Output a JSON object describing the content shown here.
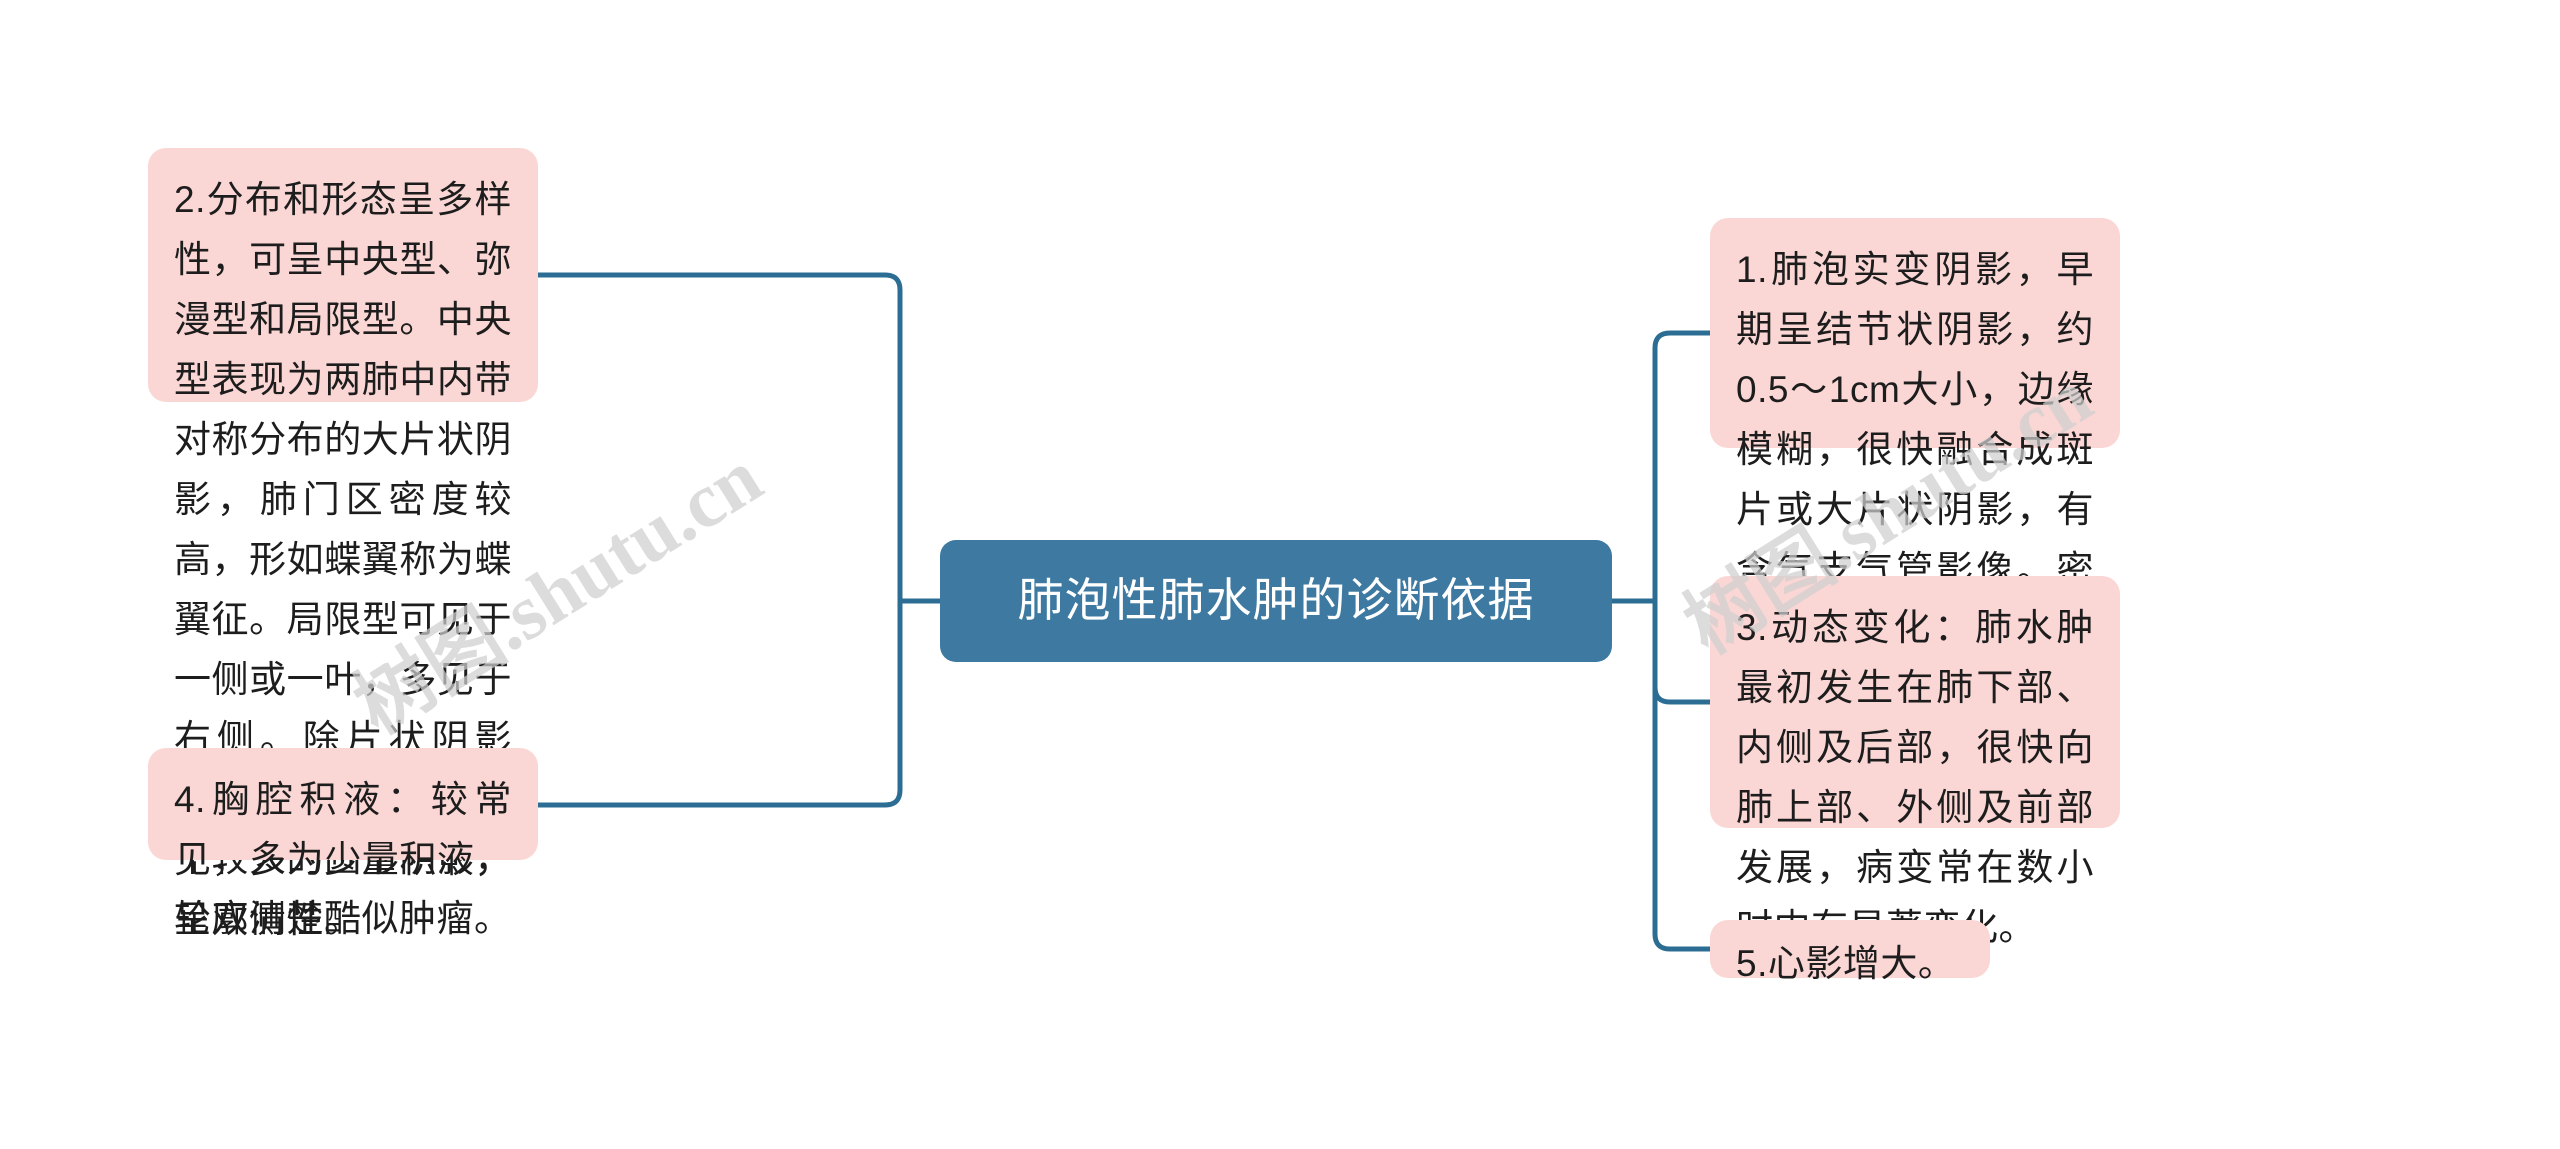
{
  "diagram": {
    "type": "mindmap",
    "title": "肺泡性肺水肿的诊断依据",
    "root": {
      "label": "肺泡性肺水肿的诊断依据",
      "fill": "#3d79a0",
      "text_color": "#ffffff"
    },
    "branch_style": {
      "fill": "#fad7d5",
      "text_color": "#1d1d1d",
      "connector_color": "#2c6d94"
    },
    "branches_left": [
      {
        "id": "2",
        "label": "2.分布和形态呈多样性，可呈中央型、弥漫型和局限型。中央型表现为两肺中内带对称分布的大片状阴影，肺门区密度较高，形如蝶翼称为蝶翼征。局限型可见于一侧或一叶，多见于右侧。除片状阴影外，还可呈一个或数个较大的圆形阴影，轮廓清楚酷似肿瘤。"
      },
      {
        "id": "4",
        "label": "4.胸腔积液：较常见，多为少量积液，呈双侧性。"
      }
    ],
    "branches_right": [
      {
        "id": "1",
        "label": "1.肺泡实变阴影，早期呈结节状阴影，约0.5～1cm大小，边缘模糊，很快融合成斑片或大片状阴影，有含气支气管影像。密度均匀。"
      },
      {
        "id": "3",
        "label": "3.动态变化：肺水肿最初发生在肺下部、内侧及后部，很快向肺上部、外侧及前部发展，病变常在数小时内有显著变化。"
      },
      {
        "id": "5",
        "label": "5.心影增大。"
      }
    ]
  },
  "watermarks": {
    "left": "树图.shutu.cn",
    "right": "树图.shutu.cn"
  }
}
